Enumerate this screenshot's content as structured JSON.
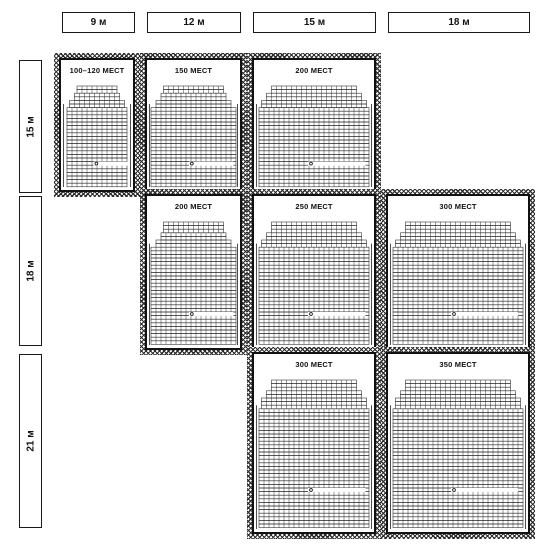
{
  "column_headers": [
    "9 м",
    "12 м",
    "15 м",
    "18 м"
  ],
  "row_headers": [
    "15 м",
    "18 м",
    "21 м"
  ],
  "halls": [
    {
      "row": 0,
      "col": 0,
      "label": "100–120 МЕСТ"
    },
    {
      "row": 0,
      "col": 1,
      "label": "150 МЕСТ"
    },
    {
      "row": 0,
      "col": 2,
      "label": "200 МЕСТ"
    },
    {
      "row": 1,
      "col": 1,
      "label": "200 МЕСТ"
    },
    {
      "row": 1,
      "col": 2,
      "label": "250 МЕСТ"
    },
    {
      "row": 1,
      "col": 3,
      "label": "300 МЕСТ"
    },
    {
      "row": 2,
      "col": 2,
      "label": "300 МЕСТ"
    },
    {
      "row": 2,
      "col": 3,
      "label": "350 МЕСТ"
    }
  ]
}
